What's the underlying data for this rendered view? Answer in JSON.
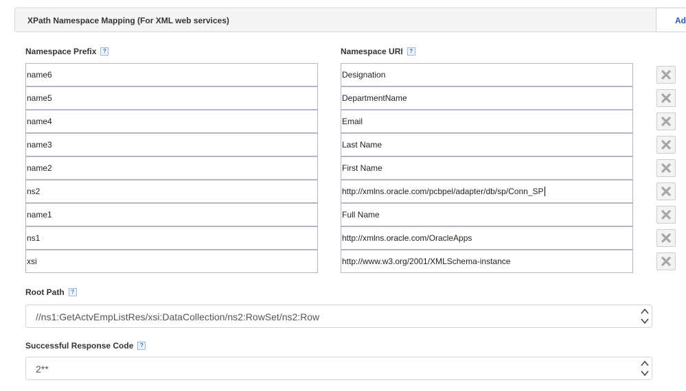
{
  "section": {
    "title": "XPath Namespace Mapping (For XML web services)",
    "add_label": "Ad"
  },
  "columns": {
    "prefix_label": "Namespace Prefix",
    "uri_label": "Namespace URI",
    "help_glyph": "?"
  },
  "mappings": [
    {
      "prefix": "name6",
      "uri": "Designation"
    },
    {
      "prefix": "name5",
      "uri": "DepartmentName"
    },
    {
      "prefix": "name4",
      "uri": "Email"
    },
    {
      "prefix": "name3",
      "uri": "Last Name"
    },
    {
      "prefix": "name2",
      "uri": "First Name"
    },
    {
      "prefix": "ns2",
      "uri": "http://xmlns.oracle.com/pcbpel/adapter/db/sp/Conn_SP"
    },
    {
      "prefix": "name1",
      "uri": "Full Name"
    },
    {
      "prefix": "ns1",
      "uri": "http://xmlns.oracle.com/OracleApps"
    },
    {
      "prefix": "xsi",
      "uri": "http://www.w3.org/2001/XMLSchema-instance"
    }
  ],
  "root_path": {
    "label": "Root Path",
    "value": "//ns1:GetActvEmpListRes/xsi:DataCollection/ns2:RowSet/ns2:Row"
  },
  "response_code": {
    "label": "Successful Response Code",
    "value": "2**"
  },
  "icons": {
    "delete": "close-x-icon",
    "help": "help-icon",
    "spinner": "spinner-updown-icon"
  },
  "colors": {
    "link": "#1f5fa8",
    "border": "#b3b3c9",
    "delete_glyph": "#a6a6a6"
  }
}
